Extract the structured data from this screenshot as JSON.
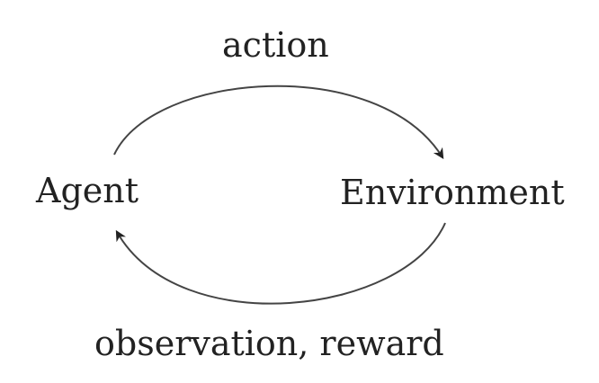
{
  "nodes": {
    "agent": "Agent",
    "environment": "Environment"
  },
  "edges": {
    "top": "action",
    "bottom": "observation, reward"
  }
}
